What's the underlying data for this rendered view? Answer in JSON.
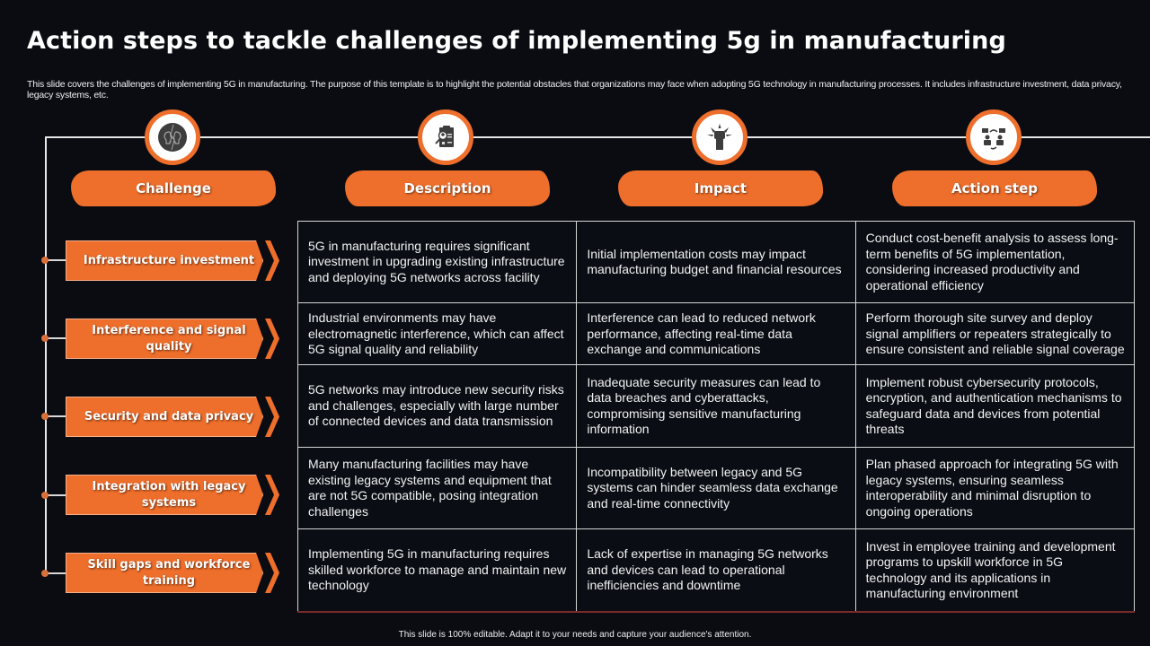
{
  "title": "Action steps to tackle challenges of implementing 5g in manufacturing",
  "subtitle": "This slide covers the challenges of implementing 5G in manufacturing. The purpose of this template is to highlight the potential obstacles that organizations may face when adopting 5G technology in manufacturing processes. It includes infrastructure investment, data privacy,  legacy systems, etc.",
  "colors": {
    "accent": "#ee6e2b",
    "background": "#0a0c12",
    "text": "#ffffff"
  },
  "columns": [
    {
      "label": "Challenge",
      "icon": "heads-puzzle-icon"
    },
    {
      "label": "Description",
      "icon": "clipboard-search-icon"
    },
    {
      "label": "Impact",
      "icon": "fist-impact-icon"
    },
    {
      "label": "Action step",
      "icon": "people-exchange-icon"
    }
  ],
  "rows": [
    {
      "challenge": "Infrastructure investment",
      "description": "5G in manufacturing requires significant investment in upgrading existing infrastructure and deploying 5G networks across facility",
      "impact": "Initial implementation costs may impact manufacturing budget and financial resources",
      "action": "Conduct cost-benefit analysis to assess long-term benefits of 5G implementation, considering increased productivity and operational efficiency"
    },
    {
      "challenge": "Interference and signal quality",
      "description": "Industrial environments may have electromagnetic interference, which can affect 5G signal quality and reliability",
      "impact": "Interference can lead to reduced network performance, affecting real-time data exchange and communications",
      "action": "Perform thorough site survey and deploy signal amplifiers or repeaters strategically to ensure consistent and reliable signal coverage"
    },
    {
      "challenge": "Security and data privacy",
      "description": "5G networks may introduce new security risks and challenges, especially with large number of connected devices and data transmission",
      "impact": "Inadequate security measures can lead to data breaches and cyberattacks, compromising sensitive manufacturing information",
      "action": "Implement robust cybersecurity protocols, encryption, and authentication mechanisms to safeguard data and devices from potential threats"
    },
    {
      "challenge": "Integration with legacy systems",
      "description": "Many manufacturing facilities may have existing legacy systems and equipment that are not 5G compatible, posing integration challenges",
      "impact": "Incompatibility between legacy and 5G systems can hinder seamless data exchange and real-time connectivity",
      "action": "Plan phased approach for integrating 5G with legacy systems, ensuring seamless interoperability and minimal disruption to ongoing operations"
    },
    {
      "challenge": "Skill gaps and workforce training",
      "description": "Implementing 5G in manufacturing requires skilled workforce to manage and maintain new technology",
      "impact": "Lack of expertise in managing 5G networks and devices can lead to operational inefficiencies and downtime",
      "action": "Invest in employee training and development programs to upskill workforce in 5G technology and its applications in manufacturing environment"
    }
  ],
  "footer": "This slide is 100% editable.  Adapt it to your needs and capture your audience's attention."
}
